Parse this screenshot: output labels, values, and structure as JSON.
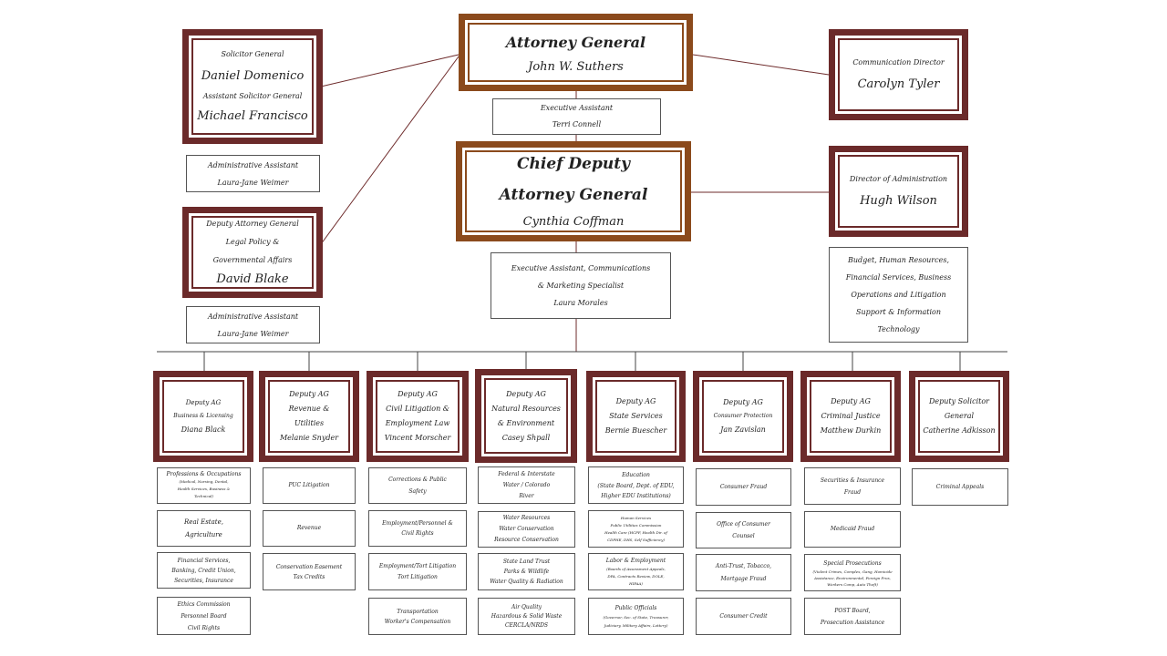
{
  "attorney_general": {
    "title": "Attorney General",
    "name": "John W. Suthers"
  },
  "executive_assistant": {
    "title": "Executive Assistant",
    "name": "Terri Connell"
  },
  "chief_deputy": {
    "line1": "Chief Deputy",
    "line2": "Attorney General",
    "name": "Cynthia Coffman"
  },
  "exec_asst_comm": {
    "line1": "Executive Assistant, Communications",
    "line2": "& Marketing Specialist",
    "name": "Laura Morales"
  },
  "solicitor_general": {
    "title": "Solicitor General",
    "name": "Daniel Domenico",
    "asst_title": "Assistant Solicitor General",
    "asst_name": "Michael Francisco"
  },
  "admin_asst_1": {
    "title": "Administrative Assistant",
    "name": "Laura-Jane Weimer"
  },
  "deputy_legal_policy": {
    "line1": "Deputy Attorney General",
    "line2": "Legal Policy &",
    "line3": "Governmental Affairs",
    "name": "David Blake"
  },
  "admin_asst_2": {
    "title": "Administrative Assistant",
    "name": "Laura-Jane Weimer"
  },
  "communication_director": {
    "title": "Communication Director",
    "name": "Carolyn Tyler"
  },
  "director_admin": {
    "title": "Director of Administration",
    "name": "Hugh Wilson"
  },
  "budget_box": {
    "lines": [
      "Budget, Human Resources,",
      "Financial Services, Business",
      "Operations and Litigation",
      "Support & Information",
      "Technology"
    ]
  },
  "deputies": [
    {
      "lines": [
        "Deputy AG",
        "Business & Licensing",
        "Diana Black"
      ]
    },
    {
      "lines": [
        "Deputy AG",
        "Revenue &",
        "Utilities",
        "Melanie Snyder"
      ]
    },
    {
      "lines": [
        "Deputy AG",
        "Civil Litigation &",
        "Employment Law",
        "Vincent Morscher"
      ]
    },
    {
      "lines": [
        "Deputy AG",
        "Natural Resources",
        "& Environment",
        "Casey Shpall"
      ]
    },
    {
      "lines": [
        "Deputy AG",
        "State Services",
        "Bernie Buescher"
      ]
    },
    {
      "lines": [
        "Deputy AG",
        "Consumer Protection",
        "Jan Zavislan"
      ]
    },
    {
      "lines": [
        "Deputy AG",
        "Criminal Justice",
        "Matthew Durkin"
      ]
    },
    {
      "lines": [
        "Deputy Solicitor",
        "General",
        "Catherine Adkisson"
      ]
    }
  ],
  "units": {
    "col1": [
      {
        "lines": [
          "Professions & Occupations",
          "(Medical, Nursing, Dental,",
          "Health Services, Business &",
          "Technical)"
        ]
      },
      {
        "lines": [
          "Real Estate,",
          "Agriculture"
        ]
      },
      {
        "lines": [
          "Financial Services,",
          "Banking, Credit Union,",
          "Securities, Insurance"
        ]
      },
      {
        "lines": [
          "Ethics Commission",
          "Personnel Board",
          "Civil Rights"
        ]
      }
    ],
    "col2": [
      {
        "lines": [
          "PUC Litigation"
        ]
      },
      {
        "lines": [
          "Revenue"
        ]
      },
      {
        "lines": [
          "Conservation Easement",
          "Tax Credits"
        ]
      }
    ],
    "col3": [
      {
        "lines": [
          "Corrections & Public",
          "Safety"
        ]
      },
      {
        "lines": [
          "Employment/Personnel &",
          "Civil Rights"
        ]
      },
      {
        "lines": [
          "Employment/Tort Litigation",
          "Tort Litigation"
        ]
      },
      {
        "lines": [
          "Transportation",
          "Worker's Compensation"
        ]
      }
    ],
    "col4": [
      {
        "lines": [
          "Federal & Interstate",
          "Water / Colorado",
          "River"
        ]
      },
      {
        "lines": [
          "Water Resources",
          "Water Conservation",
          "Resource Conservation"
        ]
      },
      {
        "lines": [
          "State Land Trust",
          "Parks & Wildlife",
          "Water Quality & Radiation"
        ]
      },
      {
        "lines": [
          "Air Quality",
          "Hazardous & Solid Waste",
          "CERCLA/NRDS"
        ]
      }
    ],
    "col5": [
      {
        "lines": [
          "Education",
          "(State Board, Dept. of EDU,",
          "Higher EDU Institutions)"
        ]
      },
      {
        "lines": [
          "Human Services",
          "Public Utilities Commission",
          "Health Care (HCPF, Health Dir. of",
          "CDPHE, DHS, Self Sufficiency)"
        ]
      },
      {
        "lines": [
          "Labor & Employment",
          "(Boards of Assessment Appeals,",
          "DPA, Contracts Review, DOLE,",
          "HIPAA)"
        ]
      },
      {
        "lines": [
          "Public Officials",
          "(Governor, Sec. of State, Treasurer,",
          "Judiciary, Military Affairs, Lottery)"
        ]
      }
    ],
    "col6": [
      {
        "lines": [
          "Consumer Fraud"
        ]
      },
      {
        "lines": [
          "Office of Consumer",
          "Counsel"
        ]
      },
      {
        "lines": [
          "Anti-Trust, Tobacco,",
          "Mortgage Fraud"
        ]
      },
      {
        "lines": [
          "Consumer Credit"
        ]
      }
    ],
    "col7": [
      {
        "lines": [
          "Securities & Insurance",
          "Fraud"
        ]
      },
      {
        "lines": [
          "Medicaid Fraud"
        ]
      },
      {
        "lines": [
          "Special Prosecutions",
          "(Violent Crimes, Complex, Gang, Homicide",
          "Assistance, Environmental, Foreign Pros,",
          "Workers Comp, Auto Theft)"
        ]
      },
      {
        "lines": [
          "POST Board,",
          "Prosecution Assistance"
        ]
      }
    ],
    "col8": [
      {
        "lines": [
          "Criminal Appeals"
        ]
      }
    ]
  }
}
